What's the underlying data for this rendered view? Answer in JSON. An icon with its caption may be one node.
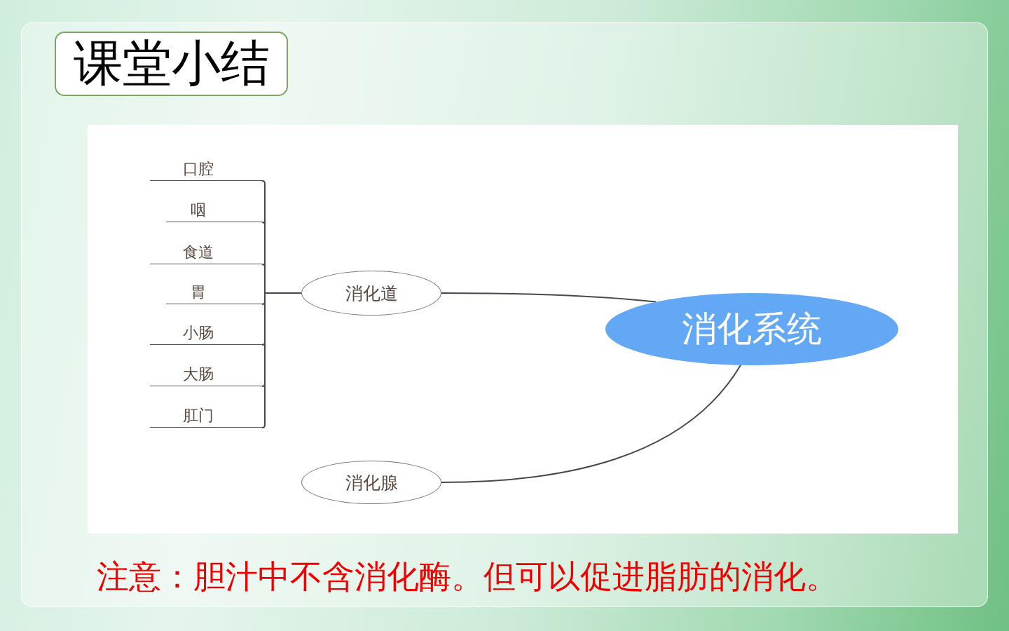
{
  "diagram": {
    "title": "课堂小结",
    "nodes": [
      {
        "text": [
          "消化系统"
        ]
      },
      {
        "text": [
          "消化道"
        ]
      },
      {
        "text": [
          "消化腺"
        ]
      },
      {
        "text": [
          "口腔"
        ]
      },
      {
        "text": [
          "咽"
        ]
      },
      {
        "text": [
          "食道"
        ]
      },
      {
        "text": [
          "胃"
        ]
      },
      {
        "text": [
          "小肠"
        ]
      },
      {
        "text": [
          "大肠"
        ]
      },
      {
        "text": [
          "肛门"
        ]
      }
    ],
    "edges": [
      {
        "from": 0,
        "to": 1,
        "arrow": "none"
      },
      {
        "from": 0,
        "to": 2,
        "arrow": "none"
      },
      {
        "from": 1,
        "to": 3,
        "arrow": "none"
      },
      {
        "from": 1,
        "to": 4,
        "arrow": "none"
      },
      {
        "from": 1,
        "to": 5,
        "arrow": "none"
      },
      {
        "from": 1,
        "to": 6,
        "arrow": "none"
      },
      {
        "from": 1,
        "to": 7,
        "arrow": "none"
      },
      {
        "from": 1,
        "to": 8,
        "arrow": "none"
      },
      {
        "from": 1,
        "to": 9,
        "arrow": "none"
      }
    ],
    "labels": [
      "注意：胆汁中不含消化酶。但可以促进脂肪的消化。"
    ]
  }
}
